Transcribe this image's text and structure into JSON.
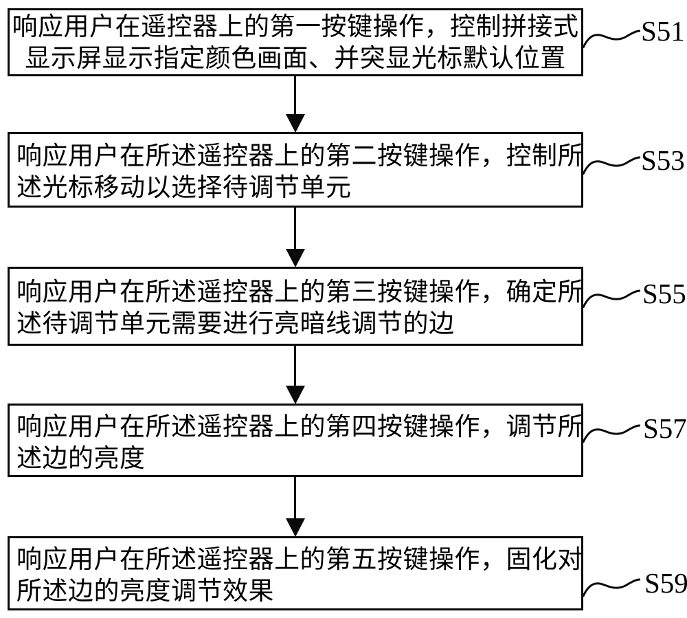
{
  "figure": {
    "background_color": "#ffffff",
    "stroke_color": "#0a0a0a",
    "type": "flowchart"
  },
  "steps": [
    {
      "label": "S51",
      "line1": "响应用户在遥控器上的第一按键操作，控制拼接式",
      "line2": "显示屏显示指定颜色画面、并突显光标默认位置"
    },
    {
      "label": "S53",
      "line1": "响应用户在所述遥控器上的第二按键操作，控制所",
      "line2": "述光标移动以选择待调节单元"
    },
    {
      "label": "S55",
      "line1": "响应用户在所述遥控器上的第三按键操作，确定所",
      "line2": "述待调节单元需要进行亮暗线调节的边"
    },
    {
      "label": "S57",
      "line1": "响应用户在所述遥控器上的第四按键操作，调节所",
      "line2": "述边的亮度"
    },
    {
      "label": "S59",
      "line1": "响应用户在所述遥控器上的第五按键操作，固化对",
      "line2": "所述边的亮度调节效果"
    }
  ]
}
